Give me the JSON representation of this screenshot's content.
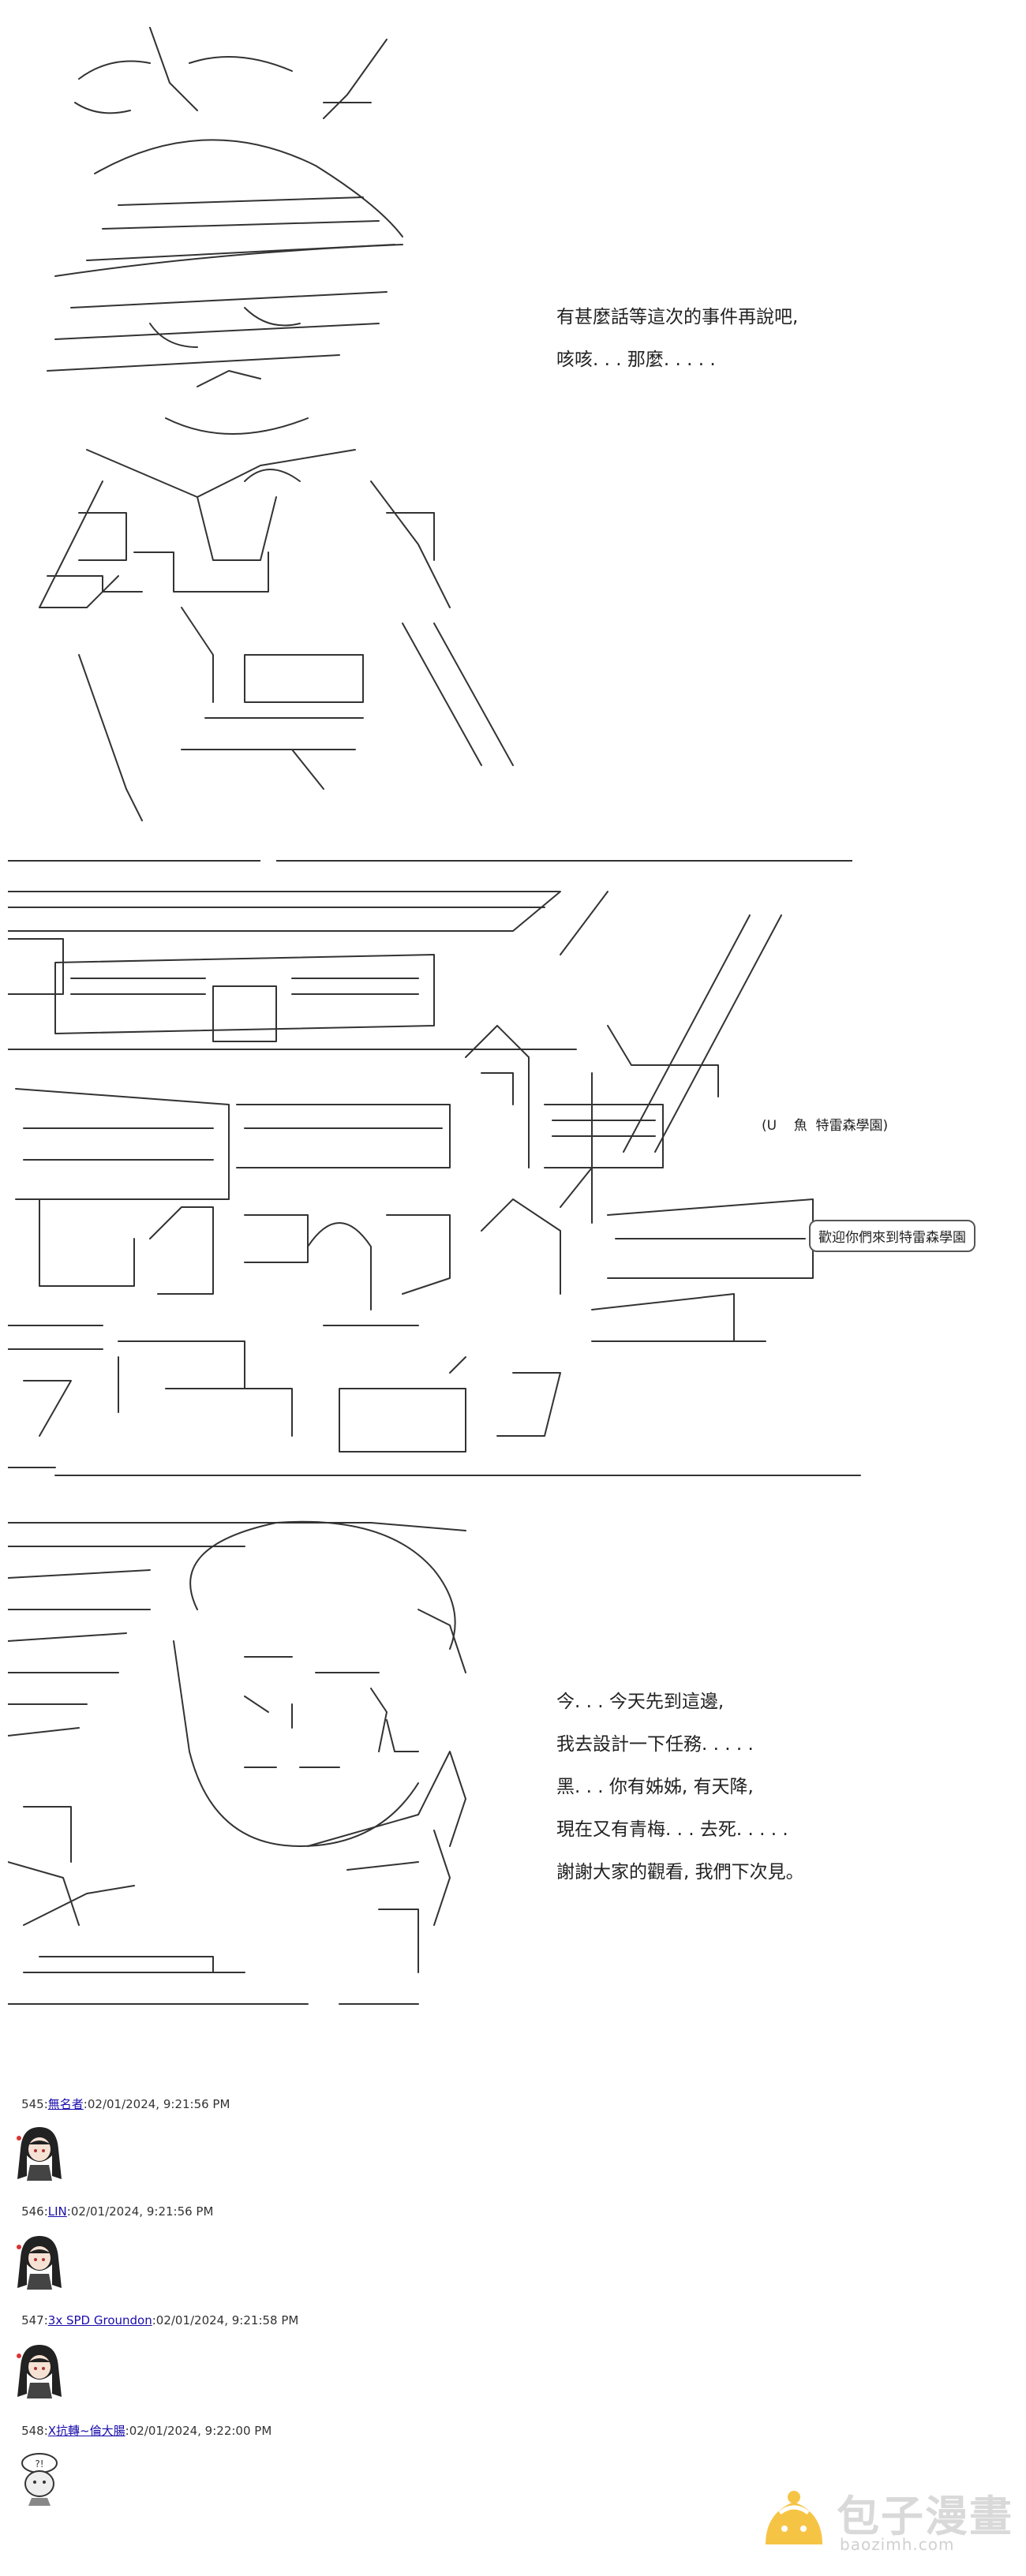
{
  "panel1": {
    "lines": [
      "有甚麼話等這次的事件再說吧,",
      "咳咳. . . 那麼. . . . ."
    ]
  },
  "panel2": {
    "caption": "(U    魚  特雷森學園)",
    "bubble": "歡迎你們來到特雷森學園"
  },
  "panel3": {
    "lines": [
      "今. . . 今天先到這邊,",
      "我去設計一下任務. . . . .",
      "黑. . . 你有姊姊, 有天降,",
      "現在又有青梅. . . 去死. . . . .",
      "謝謝大家的觀看, 我們下次見。"
    ]
  },
  "posts": [
    {
      "num": "545",
      "author": "無名者",
      "time": ":02/01/2024, 9:21:56 PM",
      "avatar": "avatar-black-hair-girl-icon"
    },
    {
      "num": "546",
      "author": "LIN",
      "time": ":02/01/2024, 9:21:56 PM",
      "avatar": "avatar-black-hair-girl-icon"
    },
    {
      "num": "547",
      "author": "3x SPD Groundon",
      "time": ":02/01/2024, 9:21:58 PM",
      "avatar": "avatar-black-hair-girl-icon"
    },
    {
      "num": "548",
      "author": "X抗轉~倫大腸",
      "time": ":02/01/2024, 9:22:00 PM",
      "avatar": "avatar-chibi-character-icon"
    }
  ],
  "watermark": {
    "title": "包子漫畫",
    "url": "baozimh.com"
  }
}
